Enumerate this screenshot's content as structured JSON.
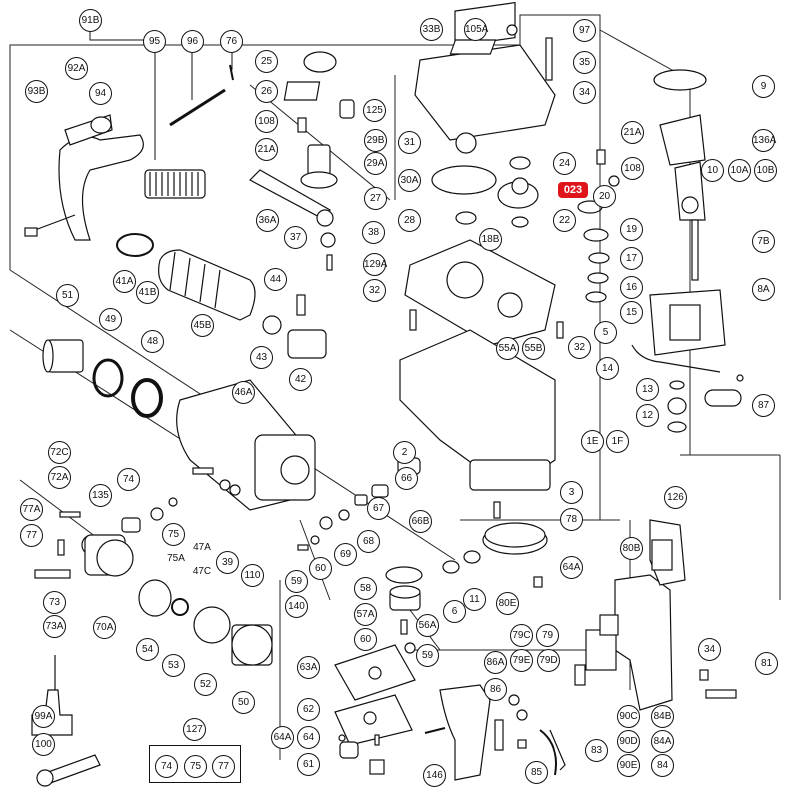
{
  "highlight_color": "#e0141b",
  "labels": {
    "l91B": "91B",
    "l95": "95",
    "l96": "96",
    "l76": "76",
    "l92A": "92A",
    "l93B": "93B",
    "l94": "94",
    "l25": "25",
    "l26": "26",
    "l125": "125",
    "l108a": "108",
    "l21Aa": "21A",
    "l29B": "29B",
    "l29A": "29A",
    "l27": "27",
    "l36A": "36A",
    "l37": "37",
    "l38": "38",
    "l129A": "129A",
    "l33B": "33B",
    "l105A": "105A",
    "l97": "97",
    "l35": "35",
    "l34a": "34",
    "l31": "31",
    "l30A": "30A",
    "l24": "24",
    "l023": "023",
    "l20": "20",
    "l28": "28",
    "l22": "22",
    "l18B": "18B",
    "l9": "9",
    "l136A": "136A",
    "l21Ab": "21A",
    "l108b": "108",
    "l10": "10",
    "l10A": "10A",
    "l10B": "10B",
    "l19": "19",
    "l17": "17",
    "l16": "16",
    "l15": "15",
    "l7B": "7B",
    "l8A": "8A",
    "l41A": "41A",
    "l41B": "41B",
    "l45B": "45B",
    "l44": "44",
    "l43": "43",
    "l42": "42",
    "l32a": "32",
    "l32b": "32",
    "l55A": "55A",
    "l55B": "55B",
    "l5": "5",
    "l14": "14",
    "l13": "13",
    "l12": "12",
    "l87": "87",
    "l51": "51",
    "l49": "49",
    "l48": "48",
    "l46A": "46A",
    "l1E": "1E",
    "l1F": "1F",
    "l72C": "72C",
    "l72A": "72A",
    "l74a": "74",
    "l135": "135",
    "l77A": "77A",
    "l77a": "77",
    "l75a": "75",
    "l75A": "75A",
    "l47A": "47A",
    "l47C": "47C",
    "l39": "39",
    "l110": "110",
    "l2": "2",
    "l66": "66",
    "l67": "67",
    "l66B": "66B",
    "l68": "68",
    "l69": "69",
    "l60a": "60",
    "l59a": "59",
    "l140": "140",
    "l3": "3",
    "l78": "78",
    "l126": "126",
    "l73": "73",
    "l73A": "73A",
    "l70A": "70A",
    "l54": "54",
    "l53": "53",
    "l52": "52",
    "l50": "50",
    "l58": "58",
    "l57A": "57A",
    "l60b": "60",
    "l56A": "56A",
    "l59b": "59",
    "l6": "6",
    "l11": "11",
    "l64Aa": "64A",
    "l80E": "80E",
    "l80B": "80B",
    "l63A": "63A",
    "l62": "62",
    "l64Ab": "64A",
    "l64": "64",
    "l61": "61",
    "l146": "146",
    "l79C": "79C",
    "l79": "79",
    "l79E": "79E",
    "l79D": "79D",
    "l86A": "86A",
    "l86": "86",
    "l34b": "34",
    "l81": "81",
    "l90C": "90C",
    "l90D": "90D",
    "l90E": "90E",
    "l84B": "84B",
    "l84A": "84A",
    "l84": "84",
    "l83": "83",
    "l85": "85",
    "l99A": "99A",
    "l100": "100",
    "l127": "127",
    "l74b": "74",
    "l75b": "75",
    "l77b": "77"
  }
}
